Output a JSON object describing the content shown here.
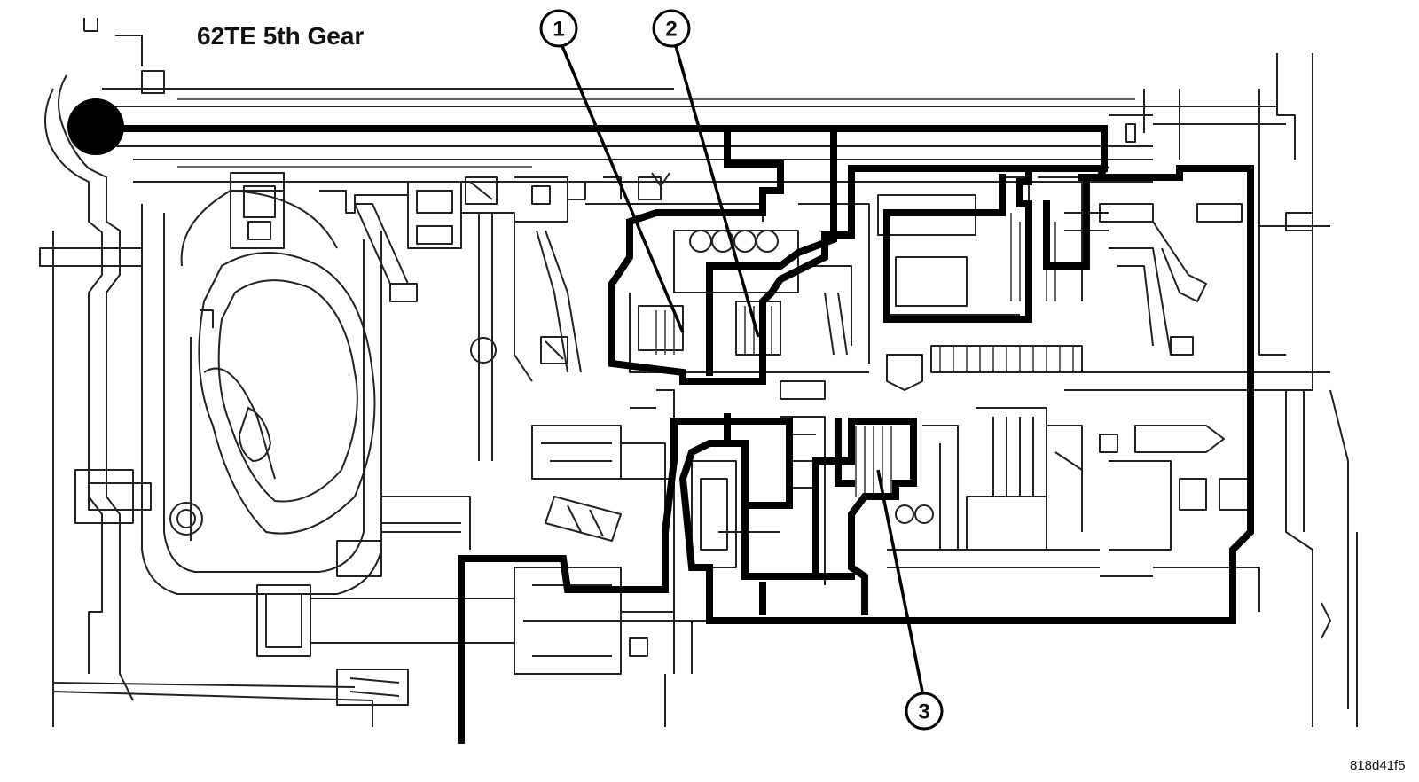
{
  "title": "62TE 5th Gear",
  "image_code": "818d41f5",
  "callouts": [
    {
      "num": "1"
    },
    {
      "num": "2"
    },
    {
      "num": "3"
    }
  ],
  "colors": {
    "line": "#000000",
    "background": "#ffffff"
  }
}
